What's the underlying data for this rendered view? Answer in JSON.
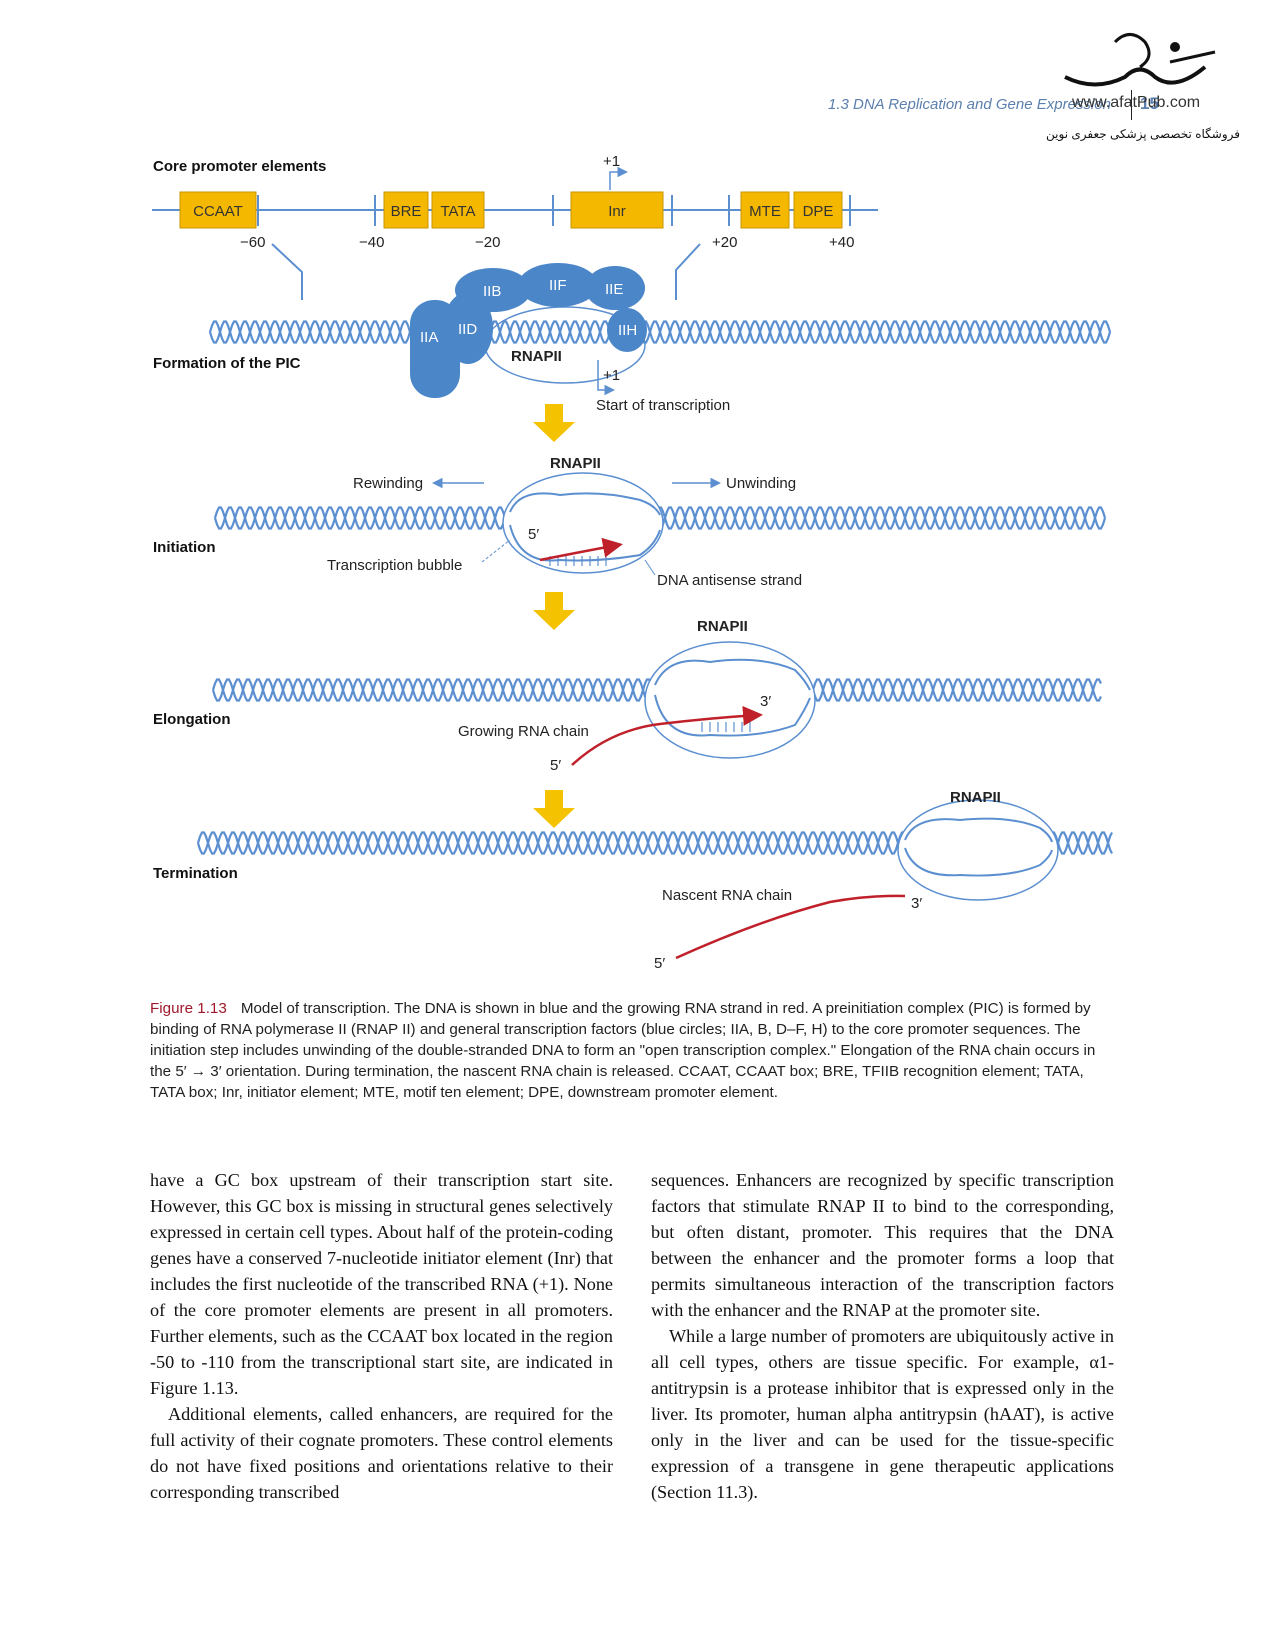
{
  "header": {
    "running_title": "1.3  DNA Replication and Gene Expression",
    "page_number": "15",
    "watermark_url": "www.afatPub.com",
    "watermark_persian": "فروشگاه تخصصی پزشکی جعفری نوین"
  },
  "figure": {
    "section_labels": {
      "core": "Core promoter elements",
      "pic": "Formation of the PIC",
      "initiation": "Initiation",
      "elongation": "Elongation",
      "termination": "Termination"
    },
    "promoter_boxes": [
      "CCAAT",
      "BRE",
      "TATA",
      "Inr",
      "MTE",
      "DPE"
    ],
    "positions": [
      "−60",
      "−40",
      "−20",
      "+20",
      "+40"
    ],
    "plus_one": "+1",
    "factors": [
      "IIA",
      "IID",
      "IIB",
      "IIF",
      "IIE",
      "IIH"
    ],
    "rnapii": "RNAPII",
    "start_of_transcription": "Start of transcription",
    "rewinding": "Rewinding",
    "unwinding": "Unwinding",
    "transcription_bubble": "Transcription bubble",
    "dna_antisense": "DNA antisense strand",
    "growing_rna": "Growing RNA chain",
    "nascent_rna": "Nascent RNA chain",
    "five_prime": "5′",
    "three_prime": "3′",
    "colors": {
      "dna": "#5b8fd0",
      "factor": "#4a86c8",
      "box": "#f5b800",
      "rna": "#c0202a",
      "arrow": "#f5c200"
    }
  },
  "caption": {
    "label": "Figure 1.13",
    "text": "Model of transcription. The DNA is shown in blue and the growing RNA strand in red. A preinitiation complex (PIC) is formed by binding of RNA polymerase II (RNAP II) and general transcription factors (blue circles; IIA, B, D–F, H) to the core promoter sequences. The initiation step includes unwinding of the double-stranded DNA to form an \"open transcription complex.\" Elongation of the RNA chain occurs in the 5′ → 3′ orientation. During termination, the nascent RNA chain is released. CCAAT, CCAAT box; BRE, TFIIB recognition element; TATA, TATA box; Inr, initiator element; MTE, motif ten element; DPE, downstream promoter element."
  },
  "body": {
    "left_col": [
      "have a GC box upstream of their transcription start site. However, this GC box is missing in structural genes selectively expressed in certain cell types. About half of the protein-coding genes have a conserved 7-nucleotide initiator element (Inr) that includes the first nucleotide of the transcribed RNA (+1). None of the core promoter elements are present in all promoters. Further elements, such as the CCAAT box located in the region -50 to -110 from the transcriptional start site, are indicated in Figure 1.13.",
      "Additional elements, called enhancers, are required for the full activity of their cognate promoters. These control elements do not have fixed positions and orientations relative to their corresponding transcribed"
    ],
    "right_col": [
      "sequences. Enhancers are recognized by specific transcription factors that stimulate RNAP II to bind to the corresponding, but often distant, promoter. This requires that the DNA between the enhancer and the promoter forms a loop that permits simultaneous interaction of the transcription factors with the enhancer and the RNAP at the promoter site.",
      "While a large number of promoters are ubiquitously active in all cell types, others are tissue specific. For example, α1-antitrypsin is a protease inhibitor that is expressed only in the liver. Its promoter, human alpha antitrypsin (hAAT), is active only in the liver and can be used for the tissue-specific expression of a transgene in gene therapeutic applications (Section 11.3)."
    ]
  }
}
